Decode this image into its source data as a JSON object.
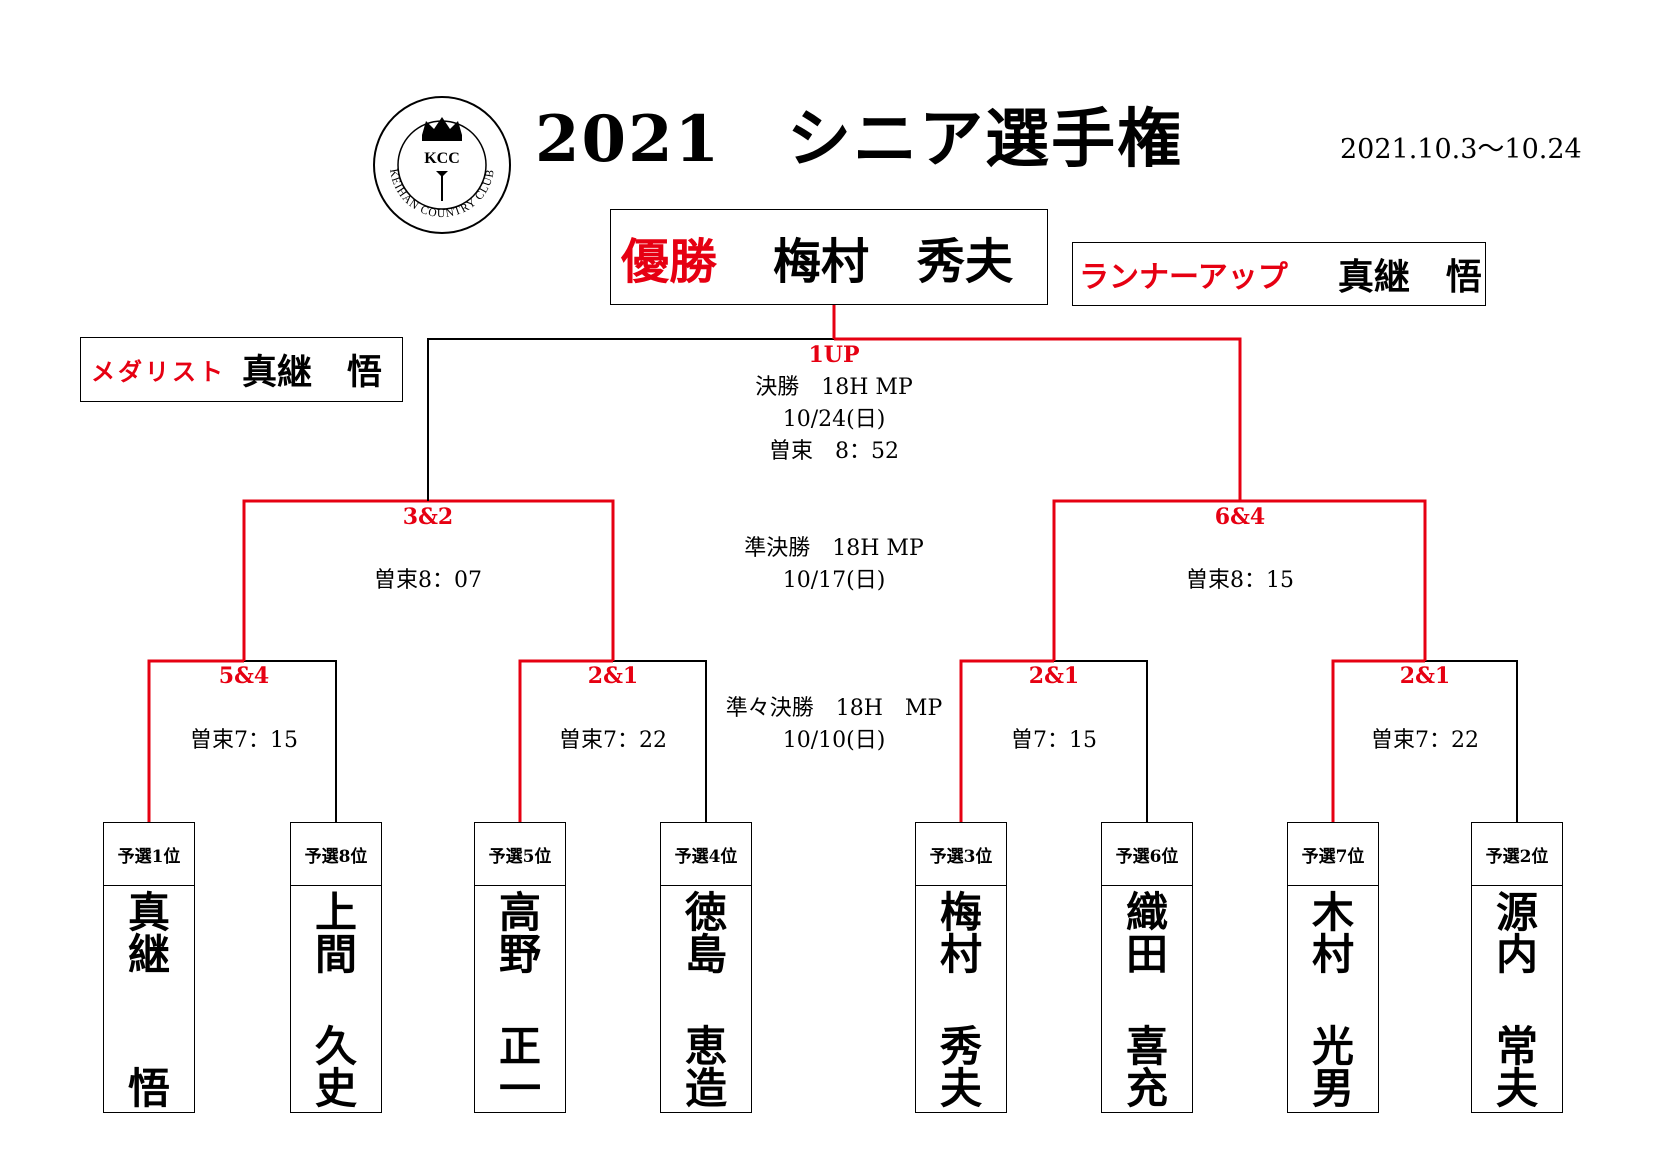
{
  "header": {
    "title": "2021　シニア選手権",
    "date_range": "2021.10.3～10.24",
    "logo_text": "KCC",
    "logo_ring_text": "KEIHAN COUNTRY CLUB"
  },
  "awards": {
    "champion_label": "優勝",
    "champion_name": "梅村　秀夫",
    "runner_up_label": "ランナーアップ",
    "runner_up_name": "真継　悟",
    "medalist_label": "メダリスト",
    "medalist_name": "真継　悟"
  },
  "rounds": {
    "final": {
      "name": "決勝　18H MP",
      "date": "10/24(日)",
      "tee": "曽束　8：52",
      "score": "1UP"
    },
    "semifinal": {
      "name": "準決勝　18H MP",
      "date": "10/17(日)",
      "matches": [
        {
          "score": "3&2",
          "tee": "曽束8：07"
        },
        {
          "score": "6&4",
          "tee": "曽束8：15"
        }
      ]
    },
    "quarterfinal": {
      "name": "準々決勝　18H　MP",
      "date": "10/10(日)",
      "matches": [
        {
          "score": "5&4",
          "tee": "曽束7：15"
        },
        {
          "score": "2&1",
          "tee": "曽束7：22"
        },
        {
          "score": "2&1",
          "tee": "曽7：15"
        },
        {
          "score": "2&1",
          "tee": "曽束7：22"
        }
      ]
    }
  },
  "players": [
    {
      "seed": "予選1位",
      "family": "真継",
      "given": "悟"
    },
    {
      "seed": "予選8位",
      "family": "上間",
      "given": "久史"
    },
    {
      "seed": "予選5位",
      "family": "高野",
      "given": "正一"
    },
    {
      "seed": "予選4位",
      "family": "徳島",
      "given": "恵造"
    },
    {
      "seed": "予選3位",
      "family": "梅村",
      "given": "秀夫"
    },
    {
      "seed": "予選6位",
      "family": "織田",
      "given": "喜充"
    },
    {
      "seed": "予選7位",
      "family": "木村",
      "given": "光男"
    },
    {
      "seed": "予選2位",
      "family": "源内",
      "given": "常夫"
    }
  ],
  "colors": {
    "winner_line": "#e60012",
    "loser_line": "#000000",
    "accent_text": "#e60012"
  }
}
